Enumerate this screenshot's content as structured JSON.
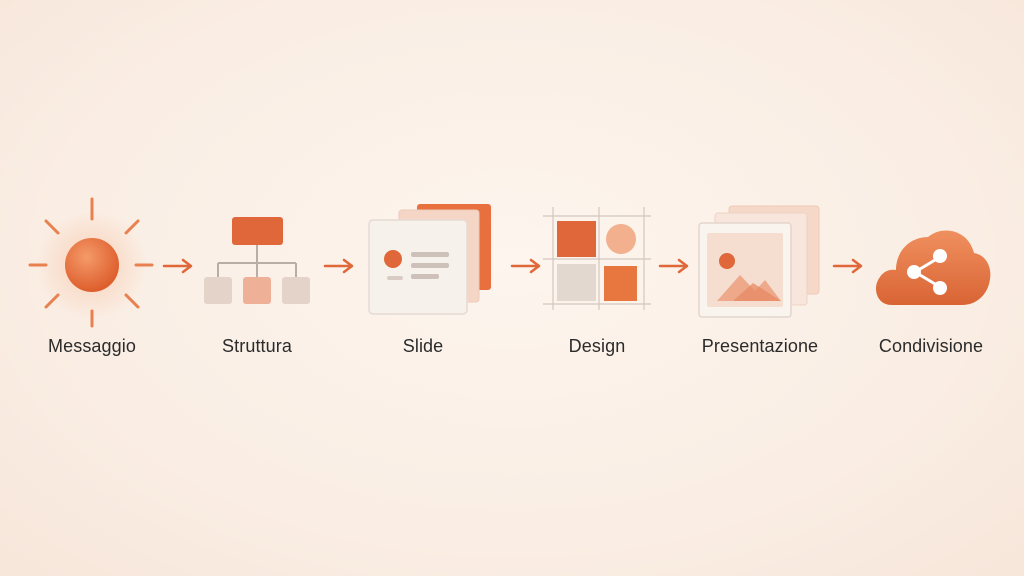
{
  "colors": {
    "accent": "#e0673a",
    "accent_light": "#f2b08f",
    "neutral_tile": "#e3d8d0",
    "background": "#fbf1e8"
  },
  "steps": [
    {
      "label": "Messaggio",
      "icon": "sun-icon"
    },
    {
      "label": "Struttura",
      "icon": "org-chart-icon"
    },
    {
      "label": "Slide",
      "icon": "slides-icon"
    },
    {
      "label": "Design",
      "icon": "layout-grid-icon"
    },
    {
      "label": "Presentazione",
      "icon": "image-slides-icon"
    },
    {
      "label": "Condivisione",
      "icon": "cloud-share-icon"
    }
  ]
}
